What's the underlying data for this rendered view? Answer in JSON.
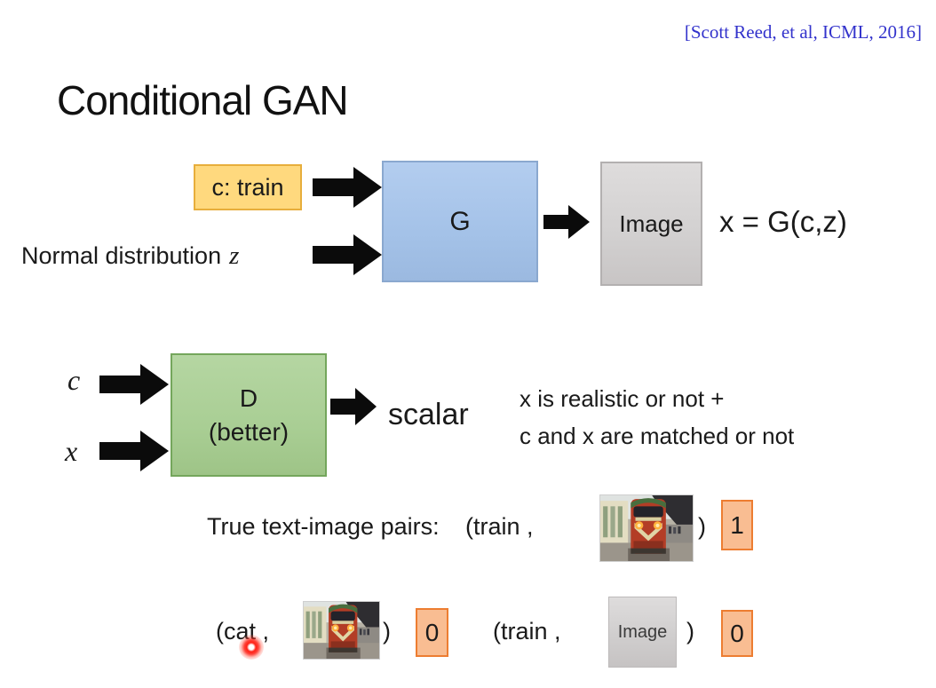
{
  "citation": "[Scott Reed, et al, ICML, 2016]",
  "title": "Conditional GAN",
  "generator_diagram": {
    "condition_label": "c: train",
    "noise_label": "Normal distribution",
    "noise_var": "z",
    "generator_label": "G",
    "output_label": "Image",
    "equation": "x = G(c,z)"
  },
  "discriminator_diagram": {
    "input_c": "c",
    "input_x": "x",
    "box_line1": "D",
    "box_line2": "(better)",
    "output_label": "scalar",
    "note_line1": "x is realistic or not +",
    "note_line2": "c and x are matched or not"
  },
  "examples": {
    "true_pairs_label": "True text-image pairs:",
    "pair_true": {
      "open": "(train ,",
      "close": ")",
      "score": "1"
    },
    "pair_wrong_text": {
      "open": "(cat ,",
      "close": ")",
      "score": "0"
    },
    "pair_wrong_image": {
      "open": "(train ,",
      "close": ")",
      "score": "0",
      "image_placeholder": "Image"
    }
  },
  "colors": {
    "citation_blue": "#3333cc",
    "condition_box_fill": "#ffd97e",
    "condition_box_border": "#e7ae3c",
    "generator_fill": "#a4c2e8",
    "generator_border": "#8aa8cf",
    "image_box_fill": "#d3d1d1",
    "image_box_border": "#b3b0b0",
    "discriminator_fill": "#a9ce94",
    "discriminator_border": "#74a65c",
    "score_box_fill": "#f9bd92",
    "score_box_border": "#ed7d31",
    "laser_red": "#ff2015"
  }
}
